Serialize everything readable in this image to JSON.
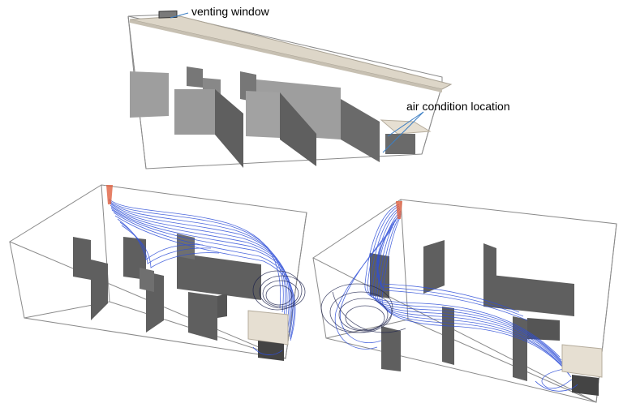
{
  "labels": {
    "venting_window": "venting window",
    "air_condition_location": "air condition location"
  },
  "colors": {
    "wireframe": "#8a8a8a",
    "partition_light": "#9e9e9e",
    "partition_dark": "#5f5f5f",
    "ceiling": "#ddd6c8",
    "ac_unit": "#e6dfd2",
    "streamline": "#2f4fd8",
    "streamline_dark": "#1a1f4a",
    "inlet": "#e06040",
    "leader_line": "#3d7fc4"
  },
  "panels": [
    {
      "name": "room-geometry",
      "streamlines": false
    },
    {
      "name": "airflow-case-left",
      "streamlines": true
    },
    {
      "name": "airflow-case-right",
      "streamlines": true
    }
  ]
}
